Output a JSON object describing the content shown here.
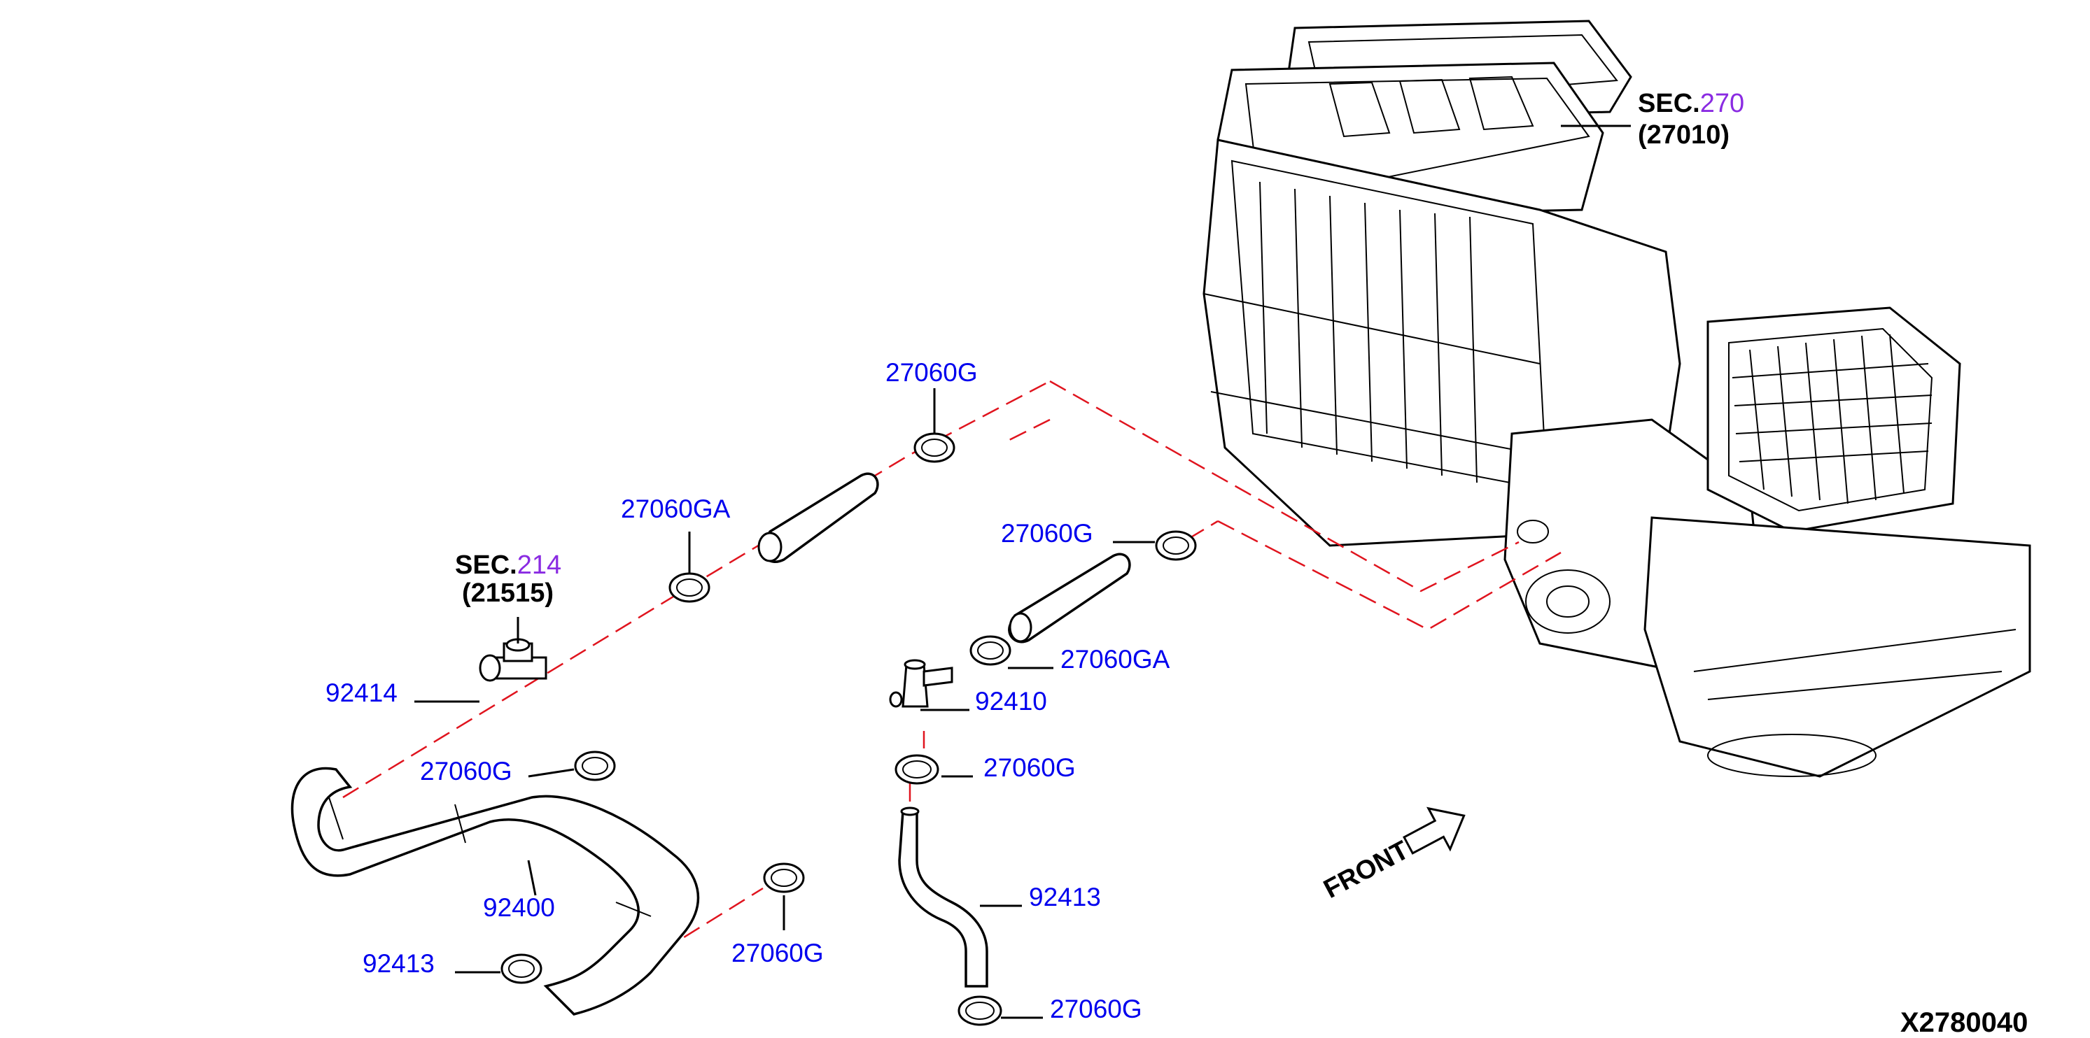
{
  "colors": {
    "part_number": "#0000ee",
    "sec_number": "#8a2be2",
    "leader_line": "#000000",
    "dashed_path": "#e0141e"
  },
  "labels": {
    "sec270_prefix": "SEC.",
    "sec270_number": "270",
    "sec270_ref": "(27010)",
    "sec214_prefix": "SEC.",
    "sec214_number": "214",
    "sec214_ref": "(21515)",
    "p_27060G_top": "27060G",
    "p_27060GA_upper": "27060GA",
    "p_27060G_right_upper": "27060G",
    "p_27060GA_right": "27060GA",
    "p_92414": "92414",
    "p_92410": "92410",
    "p_27060G_left_mid": "27060G",
    "p_27060G_center_mid": "27060G",
    "p_92400": "92400",
    "p_92413_right": "92413",
    "p_92413_left": "92413",
    "p_27060G_lower": "27060G",
    "p_27060G_bottom": "27060G",
    "front": "FRONT",
    "diagram_code": "X2780040"
  },
  "icons": [
    "front-arrow-icon"
  ]
}
